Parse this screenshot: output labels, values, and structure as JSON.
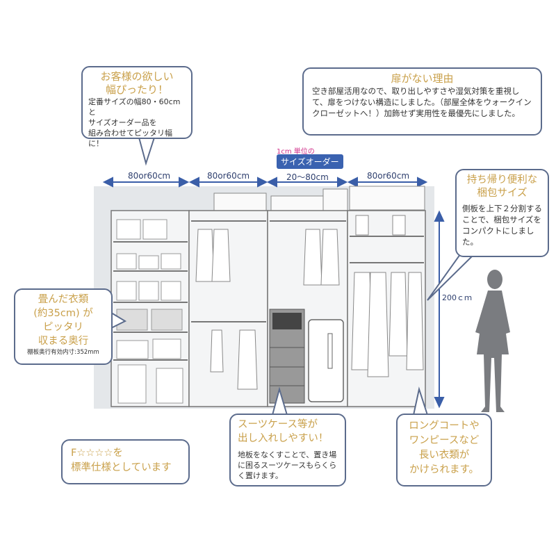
{
  "callouts": {
    "width_fit": {
      "title": "お客様の欲しい\n幅ぴったり！",
      "body": "定番サイズの幅80・60cmと\nサイズオーダー品を\n組み合わせてピッタリ幅に！"
    },
    "no_door": {
      "title": "扉がない理由",
      "body": "空き部屋活用なので、取り出しやすさや湿気対策を重視して、扉をつけない構造にしました。（部屋全体をウォークインクローゼットへ！）加飾せず実用性を最優先にしました。"
    },
    "packaging": {
      "title": "持ち帰り便利な\n梱包サイズ",
      "body": "側板を上下２分割することで、梱包サイズをコンパクトにしました。"
    },
    "depth": {
      "title": "畳んだ衣類\n(約35cm) が\nピッタリ\n収まる奥行",
      "note": "棚板奥行有効内寸:352mm"
    },
    "f_star": {
      "title": "F☆☆☆☆を\n標準仕様としています"
    },
    "suitcase": {
      "title": "スーツケース等が\n出し入れしやすい！",
      "body": "地板をなくすことで、置き場に困るスーツケースもらくらく置けます。"
    },
    "long_coat": {
      "title": "ロングコートや\nワンピースなど\n長い衣類が\nかけられます。"
    }
  },
  "dimensions": {
    "unit1": "80or60cm",
    "unit2": "80or60cm",
    "unit3": "20〜80cm",
    "unit4": "80or60cm",
    "height": "200ｃｍ",
    "order_note": "1cm 単位の",
    "order_badge": "サイズオーダー"
  },
  "colors": {
    "gold": "#c9a04a",
    "border": "#5b6b8c",
    "arrow": "#3a5ea8",
    "badge": "#3a62b0",
    "pink": "#d0308a"
  }
}
